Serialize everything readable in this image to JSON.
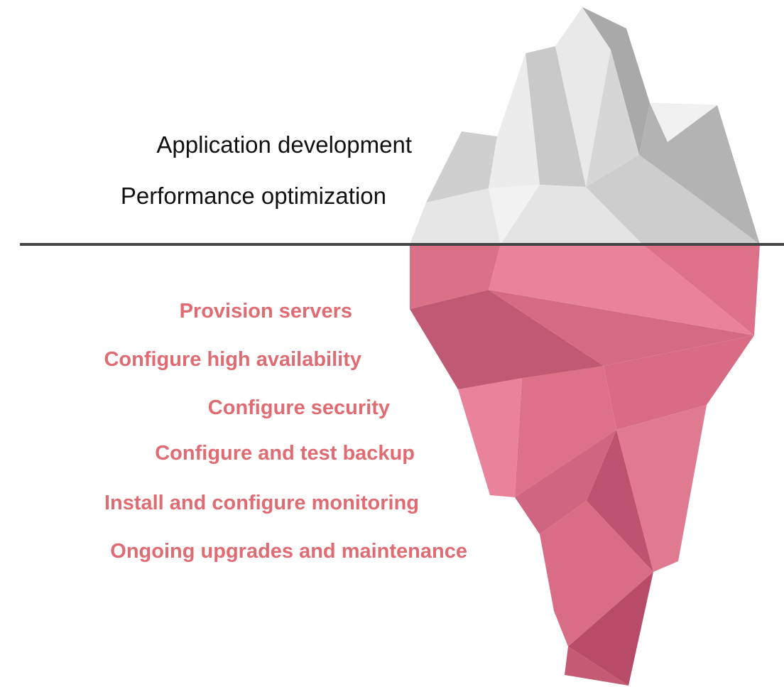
{
  "above_water": {
    "items": [
      "Application development",
      "Performance optimization"
    ]
  },
  "below_water": {
    "items": [
      "Provision servers",
      "Configure high availability",
      "Configure security",
      "Configure and test backup",
      "Install and configure monitoring",
      "Ongoing upgrades and maintenance"
    ]
  },
  "colors": {
    "above_text": "#111111",
    "below_text": "#e06c73",
    "waterline": "#444444",
    "ice_light": "#f0f0f0",
    "ice_mid": "#d2d2d2",
    "ice_dark": "#b3b3b3",
    "berg_light": "#e8839b",
    "berg_mid": "#d96d85",
    "berg_dark": "#b84c68"
  }
}
